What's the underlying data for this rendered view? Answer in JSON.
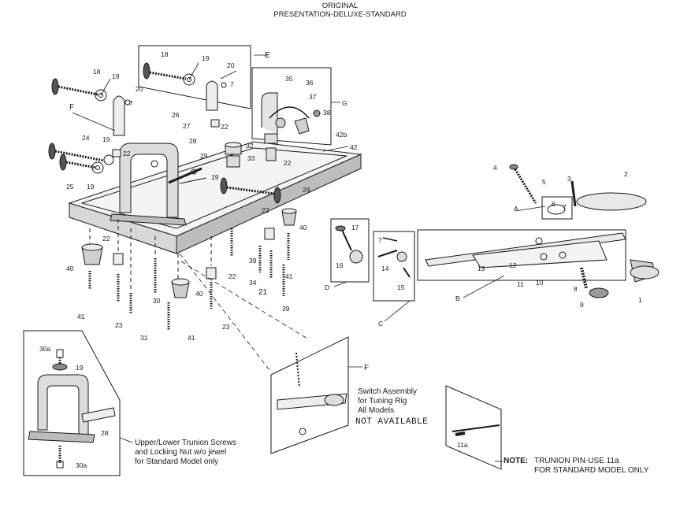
{
  "header": {
    "line1": "ORIGINAL",
    "line2": "PRESENTATION-DELUXE-STANDARD"
  },
  "switch_note": {
    "line1": "Switch Assembly",
    "line2": "for Tuning Rig",
    "line3": "All Models",
    "status": "NOT AVAILABLE"
  },
  "trunion_note": {
    "line1": "Upper/Lower Trunion Screws",
    "line2": "and Locking Nut w/o jewel",
    "line3": "for Standard Model only"
  },
  "pin_note": {
    "label": "NOTE:",
    "line1": "TRUNION PIN-USE 11a",
    "line2": "FOR STANDARD MODEL ONLY"
  },
  "callouts": {
    "n1": "1",
    "n2": "2",
    "n3": "3",
    "n4": "4",
    "n5": "5",
    "n6": "6",
    "n7": "7",
    "n8": "8",
    "n9": "9",
    "n10": "10",
    "n11": "11",
    "n11a": "11a",
    "n12": "12",
    "n13": "13",
    "n14": "14",
    "n15": "15",
    "n16": "16",
    "n17": "17",
    "n18": "18",
    "n19": "19",
    "n20": "20",
    "n21": "21",
    "n22": "22",
    "n23": "23",
    "n24": "24",
    "n25": "25",
    "n26": "26",
    "n27": "27",
    "n28": "28",
    "n29": "29",
    "n30": "30",
    "n30a": "30a",
    "n31": "31",
    "n32": "32",
    "n33": "33",
    "n34": "34",
    "n35": "35",
    "n36": "36",
    "n37": "37",
    "n38": "38",
    "n39": "39",
    "n40": "40",
    "n41": "41",
    "n42": "42",
    "n42b": "42b",
    "A": "A",
    "B": "B",
    "C": "C",
    "D": "D",
    "E": "E",
    "F": "F",
    "G": "G"
  }
}
